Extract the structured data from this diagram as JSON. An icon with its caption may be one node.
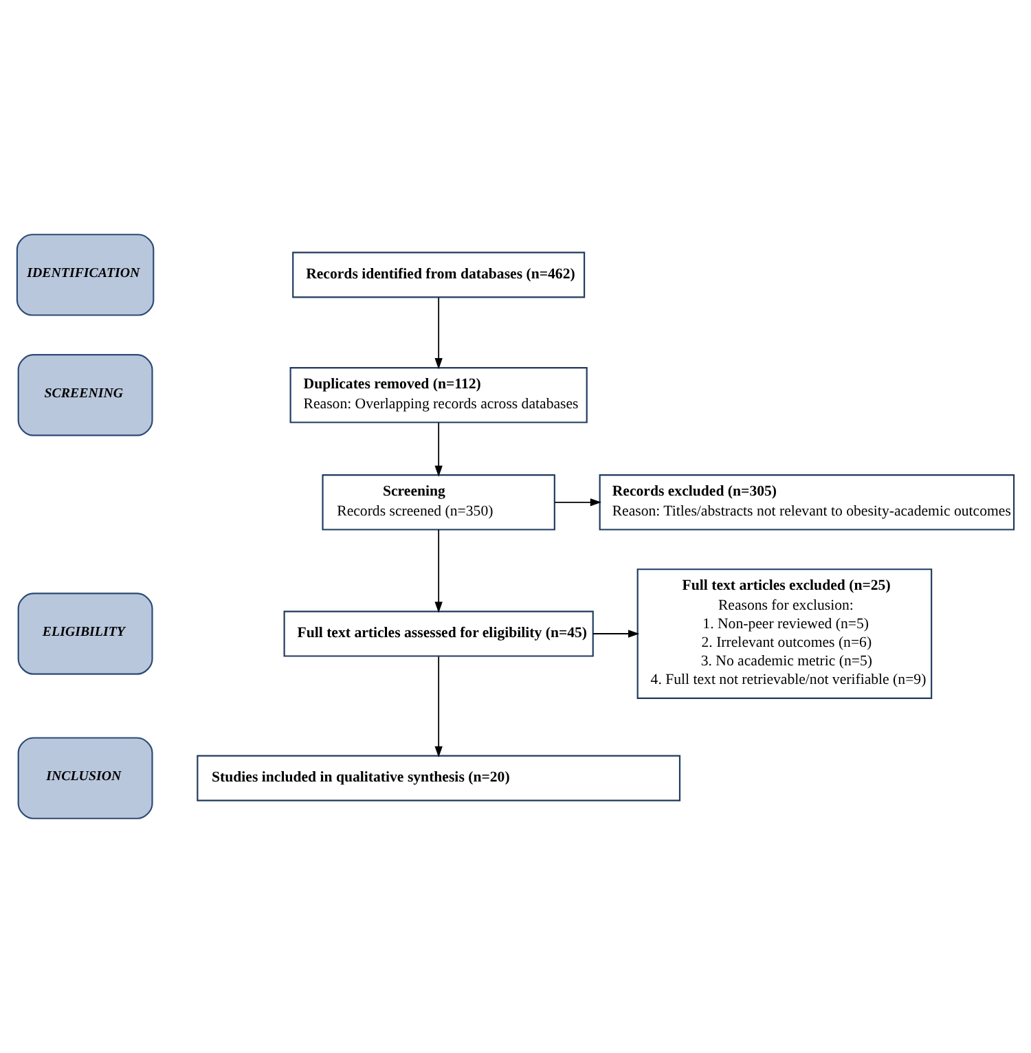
{
  "diagram": {
    "nodes": [
      {
        "text": [
          "IDENTIFICATION"
        ]
      },
      {
        "text": [
          "Records identified from databases (n=462)"
        ]
      },
      {
        "text": [
          "SCREENING"
        ]
      },
      {
        "text": [
          "Duplicates removed (n=112)",
          "Reason: Overlapping records across databases"
        ]
      },
      {
        "text": [
          "Screening",
          "Records screened (n=350)"
        ]
      },
      {
        "text": [
          "Records excluded (n=305)",
          "Reason: Titles/abstracts not relevant to obesity-academic outcomes"
        ]
      },
      {
        "text": [
          "ELIGIBILITY"
        ]
      },
      {
        "text": [
          "Full text articles assessed for eligibility (n=45)"
        ]
      },
      {
        "text": [
          "Full text articles excluded (n=25)",
          "Reasons for exclusion:",
          "1. Non-peer reviewed (n=5)",
          "2. Irrelevant outcomes (n=6)",
          "3. No academic metric (n=5)",
          "4. Full text not retrievable/not verifiable (n=9)"
        ]
      },
      {
        "text": [
          "INCLUSION"
        ]
      },
      {
        "text": [
          "Studies included in qualitative synthesis (n=20)"
        ]
      }
    ],
    "edges": [
      {
        "from": 1,
        "to": 3,
        "arrow": "to"
      },
      {
        "from": 3,
        "to": 4,
        "arrow": "to"
      },
      {
        "from": 4,
        "to": 5,
        "arrow": "to"
      },
      {
        "from": 4,
        "to": 7,
        "arrow": "to"
      },
      {
        "from": 7,
        "to": 8,
        "arrow": "to"
      },
      {
        "from": 7,
        "to": 10,
        "arrow": "to"
      }
    ]
  }
}
